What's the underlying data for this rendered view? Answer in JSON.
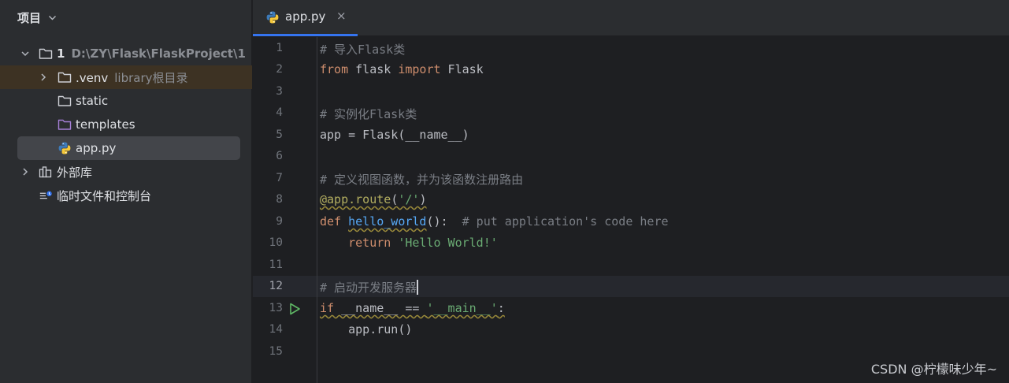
{
  "project_panel": {
    "title": "项目",
    "tree": {
      "root": {
        "name": "1",
        "path": "D:\\ZY\\Flask\\FlaskProject\\1"
      },
      "venv": {
        "name": ".venv",
        "hint": "library根目录"
      },
      "static": {
        "name": "static"
      },
      "templates": {
        "name": "templates"
      },
      "app": {
        "name": "app.py"
      },
      "external": {
        "name": "外部库"
      },
      "scratches": {
        "name": "临时文件和控制台"
      }
    }
  },
  "editor": {
    "tab": {
      "label": "app.py",
      "close": "×"
    },
    "line_numbers": [
      "1",
      "2",
      "3",
      "4",
      "5",
      "6",
      "7",
      "8",
      "9",
      "10",
      "11",
      "12",
      "13",
      "14",
      "15"
    ],
    "current_line": "12",
    "code": {
      "l1_comment": "# 导入Flask类",
      "l2_from": "from",
      "l2_mid": " flask ",
      "l2_import": "import",
      "l2_end": " Flask",
      "l4_comment": "# 实例化Flask类",
      "l5_code": "app = Flask(__name__)",
      "l7_comment": "# 定义视图函数，并为该函数注册路由",
      "l8_deco": "@app.route",
      "l8_open": "(",
      "l8_str": "'/'",
      "l8_close": ")",
      "l9_def": "def",
      "l9_sp": " ",
      "l9_fn": "hello_world",
      "l9_paren": "():  ",
      "l9_comment": "# put application's code here",
      "l10_indent": "    ",
      "l10_return": "return",
      "l10_sp": " ",
      "l10_str": "'Hello World!'",
      "l12_comment": "# 启动开发服务器",
      "l13_if": "if",
      "l13_mid": " __name__ == ",
      "l13_str": "'__main__'",
      "l13_colon": ":",
      "l14_code": "    app.run()"
    }
  },
  "watermark": "CSDN @柠檬味少年~",
  "colors": {
    "accent": "#3574f0",
    "keyword": "#cf8e6d",
    "string": "#6aab73",
    "function": "#56a8f5",
    "comment": "#7a7e85",
    "decorator": "#b3ae60",
    "run": "#5fb865"
  },
  "icons": {
    "panel_chevron": "chevron-down-icon",
    "folder": "folder-icon",
    "python_file": "python-file-icon",
    "library": "library-icon",
    "scratch": "scratch-console-icon",
    "run": "run-icon",
    "close": "close-icon"
  }
}
